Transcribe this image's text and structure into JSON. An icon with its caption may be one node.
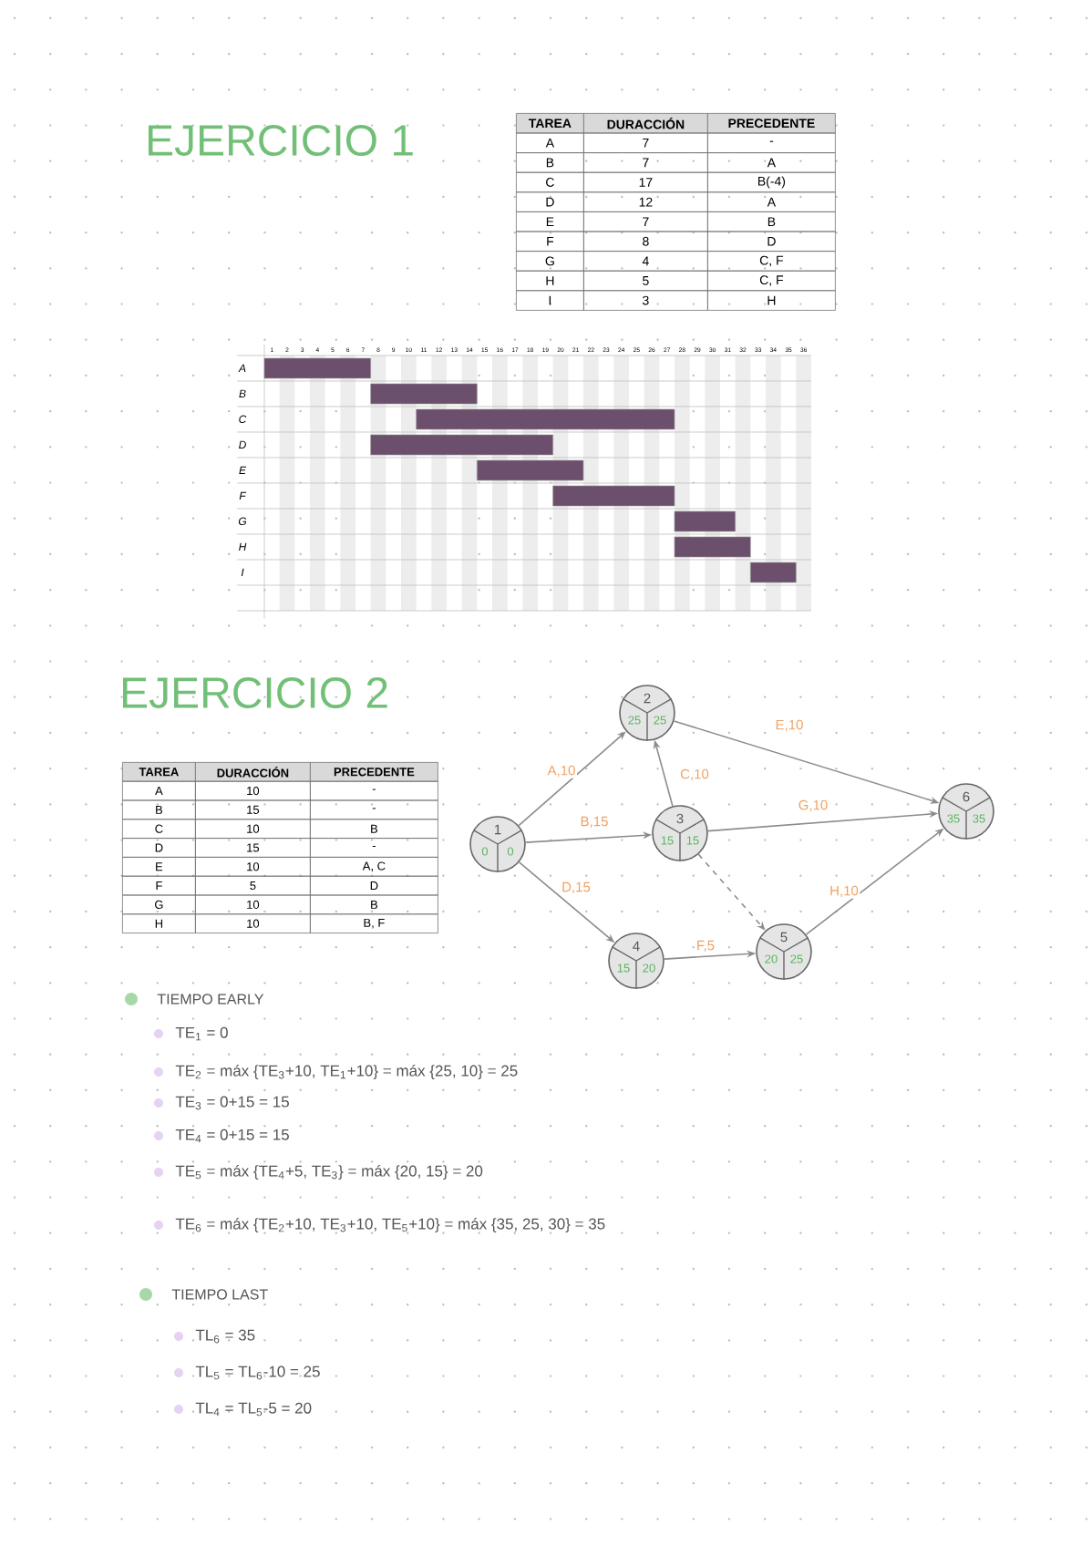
{
  "diagram": {
    "title": "EJERCICIO 1",
    "nodes": [
      {
        "text": [
          "1",
          "0",
          "0"
        ]
      },
      {
        "text": [
          "2",
          "25",
          "25"
        ]
      },
      {
        "text": [
          "3",
          "15",
          "15"
        ]
      },
      {
        "text": [
          "4",
          "15",
          "20"
        ]
      },
      {
        "text": [
          "5",
          "20",
          "25"
        ]
      },
      {
        "text": [
          "6",
          "35",
          "35"
        ]
      }
    ],
    "edges": [
      {
        "from": 0,
        "to": 1,
        "arrow": "to",
        "label": "A,10"
      },
      {
        "from": 0,
        "to": 2,
        "arrow": "to",
        "label": "B,15"
      },
      {
        "from": 0,
        "to": 3,
        "arrow": "to",
        "label": "D,15"
      },
      {
        "from": 2,
        "to": 1,
        "arrow": "to",
        "label": "C,10"
      },
      {
        "from": 1,
        "to": 5,
        "arrow": "to",
        "label": "E,10"
      },
      {
        "from": 2,
        "to": 5,
        "arrow": "to",
        "label": "G,10"
      },
      {
        "from": 2,
        "to": 4,
        "arrow": "to",
        "style": "dashed"
      },
      {
        "from": 3,
        "to": 4,
        "arrow": "to",
        "label": "F,5"
      },
      {
        "from": 4,
        "to": 5,
        "arrow": "to",
        "label": "H,10"
      }
    ],
    "labels": [
      "TAREA",
      "DURACCIÓN",
      "PRECEDENTE",
      "A",
      "7",
      "-",
      "B",
      "7",
      "A",
      "C",
      "17",
      "B(-4)",
      "D",
      "12",
      "A",
      "E",
      "7",
      "B",
      "F",
      "8",
      "D",
      "G",
      "4",
      "C, F",
      "H",
      "5",
      "C, F",
      "I",
      "3",
      "H",
      "1",
      "2",
      "3",
      "4",
      "5",
      "6",
      "7",
      "8",
      "9",
      "10",
      "11",
      "12",
      "13",
      "14",
      "15",
      "16",
      "17",
      "18",
      "19",
      "20",
      "21",
      "22",
      "23",
      "24",
      "25",
      "26",
      "27",
      "28",
      "29",
      "30",
      "31",
      "32",
      "33",
      "34",
      "35",
      "36",
      "A",
      "B",
      "C",
      "D",
      "E",
      "F",
      "G",
      "H",
      "I",
      "EJERCICIO 2",
      "TAREA",
      "DURACCIÓN",
      "PRECEDENTE",
      "A",
      "10",
      "-",
      "B",
      "15",
      "-",
      "C",
      "10",
      "B",
      "D",
      "15",
      "-",
      "E",
      "10",
      "A, C",
      "F",
      "5",
      "D",
      "G",
      "10",
      "B",
      "H",
      "10",
      "B, F",
      "TIEMPO EARLY",
      "TE$_{1}$ = 0",
      "TE$_{2}$ = máx {TE$_{3}$+10, TE$_{1}$+10} = máx {25, 10} = 25",
      "TE$_{3}$ = 0+15 = 15",
      "TE$_{4}$ = 0+15 = 15",
      "TE$_{5}$ = máx {TE$_{4}$+5, TE$_{3}$} = máx {20, 15} = 20",
      "TE$_{6}$ = máx {TE$_{2}$+10, TE$_{3}$+10, TE$_{5}$+10} = máx {35, 25, 30} = 35",
      "TIEMPO LAST",
      "TL$_{6}$ = 35",
      "TL$_{5}$ = TL$_{6}$-10 = 25",
      "TL$_{4}$ = TL$_{5}$-5 = 20"
    ]
  }
}
